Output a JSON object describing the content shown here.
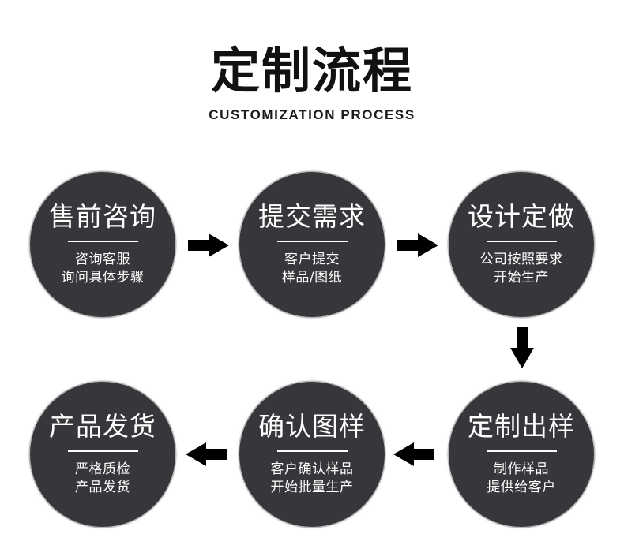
{
  "header": {
    "title": "定制流程",
    "subtitle": "CUSTOMIZATION PROCESS"
  },
  "colors": {
    "circle_fill": "#37363a",
    "circle_ring": "#b8b8b8",
    "arrow": "#000000",
    "text_on_circle": "#ffffff"
  },
  "steps": [
    {
      "name": "售前咨询",
      "lines": [
        "咨询客服",
        "询问具体步骤"
      ]
    },
    {
      "name": "提交需求",
      "lines": [
        "客户提交",
        "样品/图纸"
      ]
    },
    {
      "name": "设计定做",
      "lines": [
        "公司按照要求",
        "开始生产"
      ]
    },
    {
      "name": "定制出样",
      "lines": [
        "制作样品",
        "提供给客户"
      ]
    },
    {
      "name": "确认图样",
      "lines": [
        "客户确认样品",
        "开始批量生产"
      ]
    },
    {
      "name": "产品发货",
      "lines": [
        "严格质检",
        "产品发货"
      ]
    }
  ],
  "arrows": [
    {
      "direction": "right",
      "from": "售前咨询",
      "to": "提交需求"
    },
    {
      "direction": "right",
      "from": "提交需求",
      "to": "设计定做"
    },
    {
      "direction": "down",
      "from": "设计定做",
      "to": "定制出样"
    },
    {
      "direction": "left",
      "from": "定制出样",
      "to": "确认图样"
    },
    {
      "direction": "left",
      "from": "确认图样",
      "to": "产品发货"
    }
  ]
}
